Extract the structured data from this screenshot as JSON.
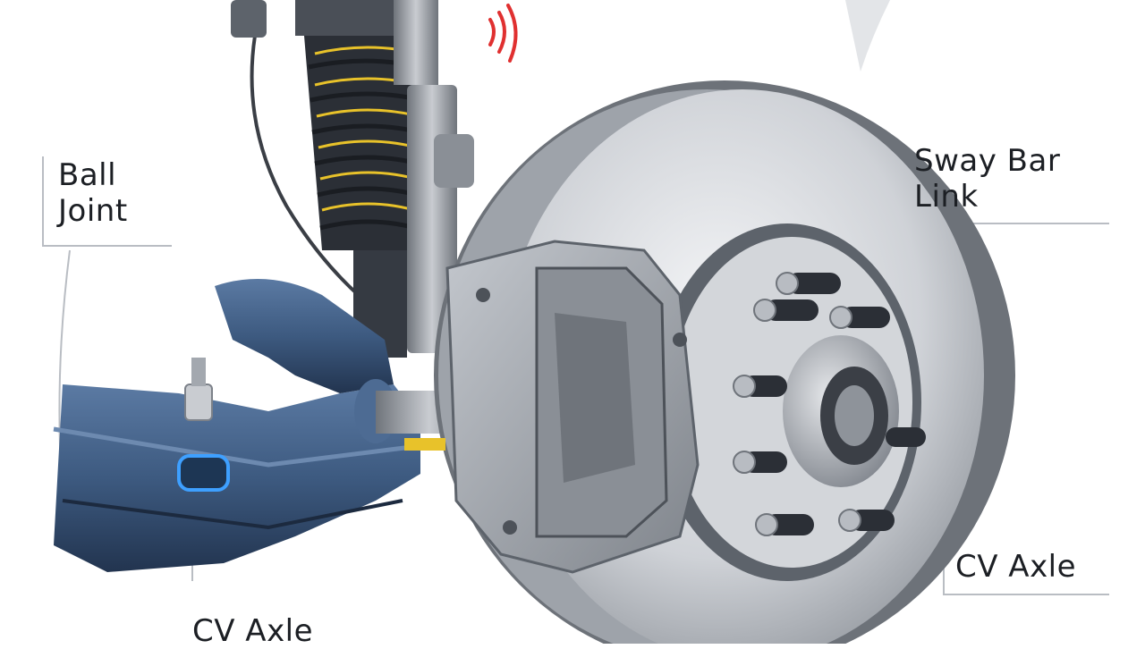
{
  "labels": {
    "ball_joint": "Ball\nJoint",
    "sway_bar_link": "Sway Bar\nLink",
    "cv_axle_right": "CV Axle",
    "cv_axle_bottom": "CV Axle"
  },
  "colors": {
    "control_arm": "#3d5a80",
    "rotor": "#c9ccd1",
    "caliper": "#9ea3aa",
    "spring": "#2b2f36",
    "spring_stripe": "#e8c22a",
    "signal": "#e03030",
    "highlight": "#3ea0ff",
    "leader_line": "#b9bdc3"
  }
}
